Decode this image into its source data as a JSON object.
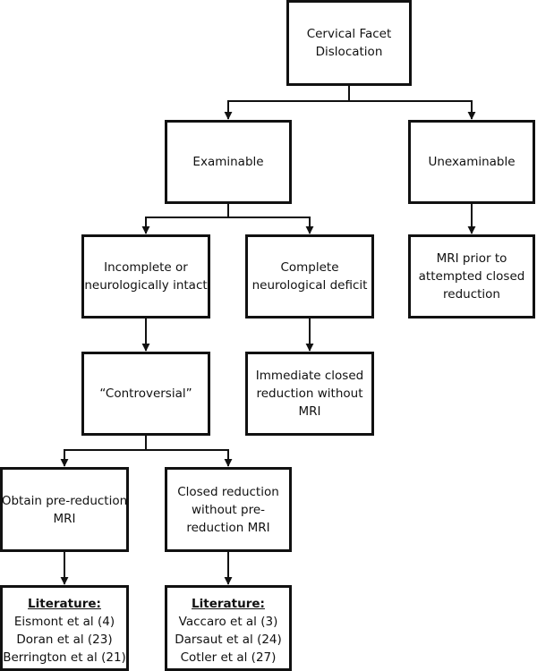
{
  "nodes": {
    "root": {
      "lines": [
        "Cervical Facet",
        "Dislocation"
      ]
    },
    "examinable": {
      "lines": [
        "Examinable"
      ]
    },
    "unexaminable": {
      "lines": [
        "Unexaminable"
      ]
    },
    "incomplete": {
      "lines": [
        "Incomplete or",
        "neurologically intact"
      ]
    },
    "complete": {
      "lines": [
        "Complete",
        "neurological deficit"
      ]
    },
    "mri_prior": {
      "lines": [
        "MRI prior to",
        "attempted closed",
        "reduction"
      ]
    },
    "controversial": {
      "lines": [
        "“Controversial”"
      ]
    },
    "immediate": {
      "lines": [
        "Immediate closed",
        "reduction without",
        "MRI"
      ]
    },
    "obtain_mri": {
      "lines": [
        "Obtain pre-reduction",
        "MRI"
      ]
    },
    "closed_no_mri": {
      "lines": [
        "Closed reduction",
        "without pre-",
        "reduction MRI"
      ]
    },
    "lit_left": {
      "heading": "Literature:",
      "refs": [
        "Eismont et al (4)",
        "Doran et al (23)",
        "Berrington et al (21)"
      ]
    },
    "lit_right": {
      "heading": "Literature:",
      "refs": [
        "Vaccaro et al (3)",
        "Darsaut et al (24)",
        "Cotler et al (27)"
      ]
    }
  },
  "edges": [
    {
      "from": "root",
      "to": "examinable"
    },
    {
      "from": "root",
      "to": "unexaminable"
    },
    {
      "from": "examinable",
      "to": "incomplete"
    },
    {
      "from": "examinable",
      "to": "complete"
    },
    {
      "from": "unexaminable",
      "to": "mri_prior"
    },
    {
      "from": "incomplete",
      "to": "controversial"
    },
    {
      "from": "complete",
      "to": "immediate"
    },
    {
      "from": "controversial",
      "to": "obtain_mri"
    },
    {
      "from": "controversial",
      "to": "closed_no_mri"
    },
    {
      "from": "obtain_mri",
      "to": "lit_left"
    },
    {
      "from": "closed_no_mri",
      "to": "lit_right"
    }
  ]
}
